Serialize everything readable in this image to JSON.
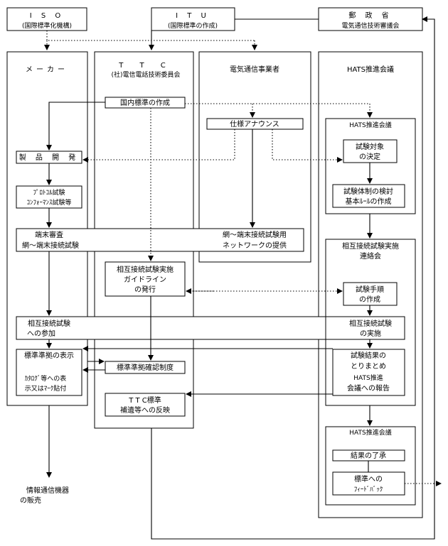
{
  "top": {
    "iso": {
      "title": "I S O",
      "sub": "(国際標準化機構)"
    },
    "itu": {
      "title": "I T U",
      "sub": "(国際標準の作成)"
    },
    "mpt": {
      "title": "郵 政 省",
      "sub": "電気通信技術審議会"
    }
  },
  "columns": {
    "maker": "メーカー",
    "ttc": {
      "title": "T T C",
      "sub": "(社)電信電話技術委員会"
    },
    "carrier": "電気通信事業者",
    "hats": "HATS推進会議"
  },
  "boxes": {
    "domestic_std": "国内標準の作成",
    "spec_announce": "仕様アナウンス",
    "product_dev": "製 品 開 発",
    "protocol_test": [
      "ﾌﾟﾛﾄｺﾙ試験",
      "ｺﾝﾌｫｰﾏﾝｽ試験等"
    ],
    "terminal_exam": [
      "端末審査",
      "網～端末接続試験"
    ],
    "network_provision": [
      "網～端末接続試験用",
      "ネットワークの提供"
    ],
    "interop_guideline": [
      "相互接続試験実施",
      "ガイドライン",
      "の発行"
    ],
    "interop_participation": [
      "相互接続試験",
      "への参加"
    ],
    "interop_conduct": [
      "相互接続試験",
      "の実施"
    ],
    "std_display": "標準準拠の表示",
    "catalog_label": [
      "ｶﾀﾛｸﾞ等への表",
      "示又はﾏｰｸ貼付"
    ],
    "std_certification": "標準準拠確認制度",
    "ttc_std_reflect": [
      "T T C標準",
      "補遺等への反映"
    ],
    "hats_meeting1": "HATS推進会議",
    "test_target": [
      "試験対象",
      "の決定"
    ],
    "test_system": [
      "試験体制の検討",
      "基本ﾙｰﾙの作成"
    ],
    "interop_liaison": [
      "相互接続試験実施",
      "連絡会"
    ],
    "test_procedure": [
      "試験手順",
      "の作成"
    ],
    "results_summary": [
      "試験結果の",
      "とりまとめ",
      "HATS推進",
      "会議への報告"
    ],
    "hats_meeting2": "HATS推進会議",
    "approval": "結果の了承",
    "feedback": [
      "標準への",
      "ﾌｨｰﾄﾞﾊﾞｯｸ"
    ],
    "sales": [
      "情報通信機器",
      "の販売"
    ]
  }
}
